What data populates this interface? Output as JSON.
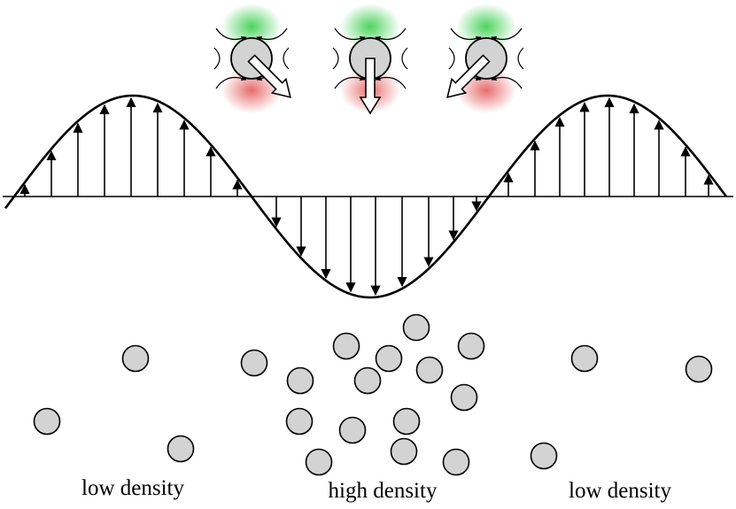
{
  "labels": {
    "left": "low density",
    "middle": "high density",
    "right": "low density"
  },
  "colors": {
    "particle_fill": "#d3d3d3",
    "stroke": "#000000",
    "compression_glow": "#3ccc3c",
    "rarefaction_glow": "#e04848"
  },
  "icons": [
    "particle-circle",
    "force-arrow",
    "flow-line-arrow"
  ]
}
